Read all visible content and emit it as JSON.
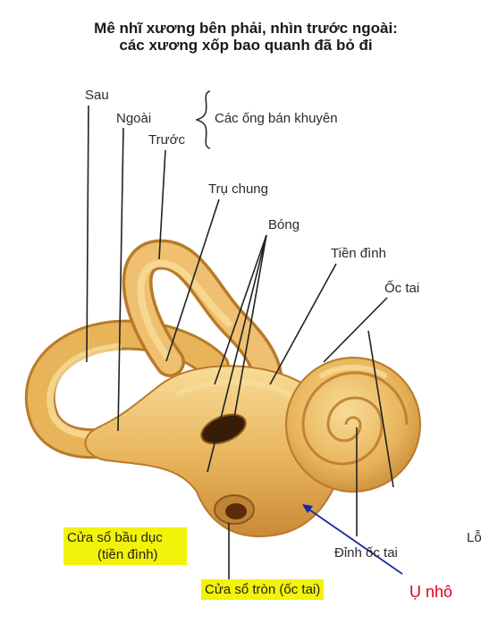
{
  "title": {
    "line1": "Mê nhĩ xương bên phải, nhìn trước ngoài:",
    "line2": "các xương xốp bao quanh đã bỏ đi"
  },
  "labels": {
    "sau": "Sau",
    "ngoai": "Ngoài",
    "truoc": "Trước",
    "cac_ong": "Các ống bán khuyên",
    "tru_chung": "Trụ chung",
    "bong": "Bóng",
    "tien_dinh": "Tiền đình",
    "oc_tai": "Ốc tai",
    "dinh_oc_tai": "Đỉnh ốc tai",
    "cua_so_bau_duc_1": "Cửa sổ bầu dục",
    "cua_so_bau_duc_2": "(tiền đình)",
    "cua_so_tron": "Cửa sổ tròn (ốc tai)",
    "u_nho": "Ụ nhô",
    "edge_fragment": "Lỗ"
  },
  "colors": {
    "bone_fill": "#e8b45a",
    "bone_light": "#f8dc98",
    "bone_dark": "#b87a2a",
    "highlight": "#f2f20a",
    "accent_red": "#e0001a",
    "arrow_blue": "#1a2aa0"
  }
}
